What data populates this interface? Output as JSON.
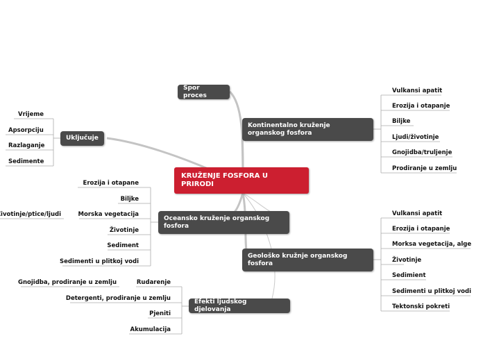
{
  "root": "KRUŽENJE FOSFORA U PRIRODI",
  "branches": {
    "spor": "Spor proces",
    "ukljucuje": "Uključuje",
    "kontinentalno": "Kontinentalno kruženje organskog fosfora",
    "oceansko": "Oceansko kruženje organskog fosfora",
    "geolosko": "Geološko kružnje organskog fosfora",
    "efekti": "Efekti ljudskog djelovanja"
  },
  "ukljucuje_items": [
    "Vrijeme",
    "Apsorpciju",
    "Razlaganje",
    "Sedimente"
  ],
  "kontinentalno_items": [
    "Vulkansi apatit",
    "Erozija i otapanje",
    "Biljke",
    "Ljudi/životinje",
    "Gnojidba/truljenje",
    "Prodiranje u zemlju"
  ],
  "oceansko_items": [
    "Erozija i otapane",
    "Biljke",
    "Morska vegetacija",
    "Životinje",
    "Sediment",
    "Sedimenti u plitkoj vodi"
  ],
  "morska_sub": "Životinje/ptice/ljudi",
  "geolosko_items": [
    "Vulkansi apatit",
    "Erozija i otapanje",
    "Morksa vegetacija, alge",
    "Životinje",
    "Sedimient",
    "Sedimenti u plitkoj vodi",
    "Tektonski pokreti"
  ],
  "efekti_items": [
    "Rudarenje",
    "Detergenti, prodiranje u zemlju",
    "Pjeniti",
    "Akumulacija"
  ],
  "rudarenje_sub": "Gnojidba, prodiranje u zemlju"
}
